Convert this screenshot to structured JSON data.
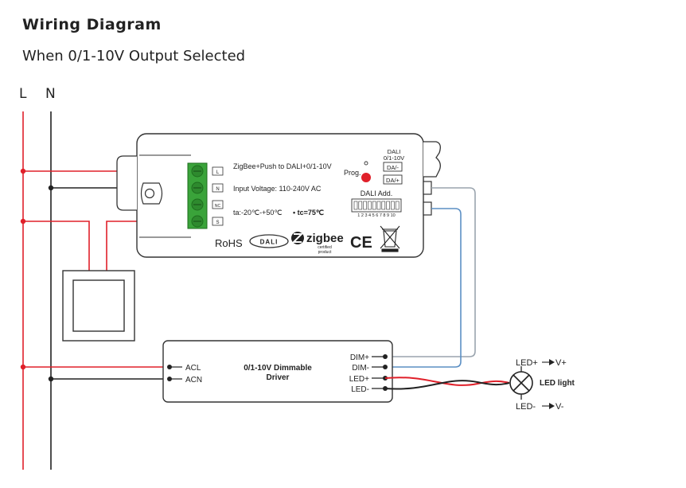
{
  "header": {
    "title": "Wiring Diagram",
    "subtitle": "When 0/1-10V Output Selected"
  },
  "mains": {
    "l_label": "L",
    "n_label": "N"
  },
  "controller": {
    "terminals": [
      "L",
      "N",
      "NC",
      "S"
    ],
    "line1": "ZigBee+Push to DALI+0/1-10V",
    "line2": "Input Voltage: 110-240V AC",
    "line3": "ta:-20℃-+50℃",
    "line3b": "• tc=75℃",
    "prog_label": "Prog.",
    "output_title_1": "DALI",
    "output_title_2": "0/1-10V",
    "out_da_minus": "DA/-",
    "out_da_plus": "DA/+",
    "dali_add": "DALI Add.",
    "dip_numbers": "1 2 3 4 5 6 7 8 9 10",
    "rohs": "RoHS",
    "dali_logo": "DALI",
    "zigbee": "zigbee",
    "zigbee_sub1": "certified",
    "zigbee_sub2": "product",
    "ce": "CE"
  },
  "driver": {
    "title_1": "0/1-10V Dimmable",
    "title_2": "Driver",
    "acl": "ACL",
    "acn": "ACN",
    "dim_plus": "DIM+",
    "dim_minus": "DIM-",
    "led_plus": "LED+",
    "led_minus": "LED-"
  },
  "led": {
    "top_label_1": "LED+",
    "top_label_2": "V+",
    "bottom_label_1": "LED-",
    "bottom_label_2": "V-",
    "name": "LED light"
  },
  "colors": {
    "live": "#e0202a",
    "neutral": "#222222",
    "dim_plus_wire": "#9aa4ae",
    "dim_minus_wire": "#5b8fc4"
  }
}
